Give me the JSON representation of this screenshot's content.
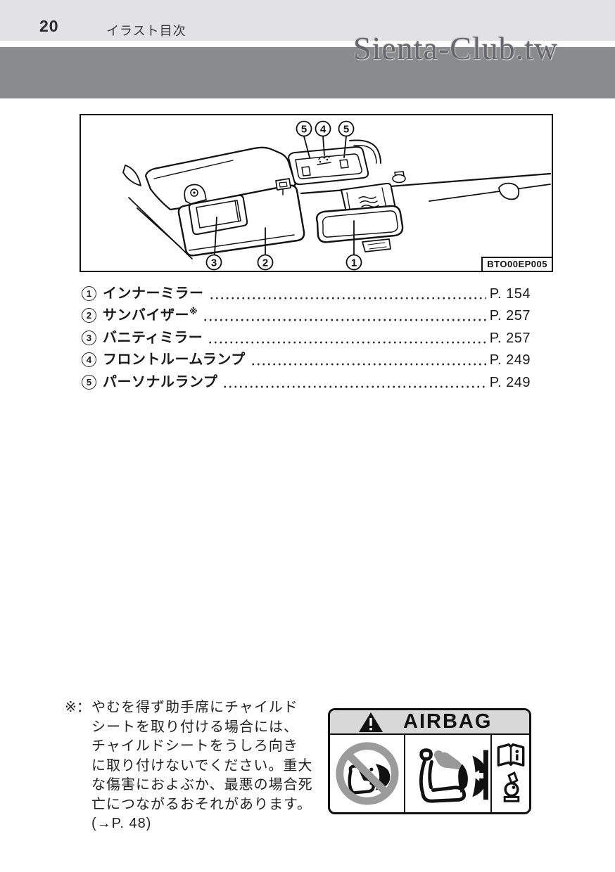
{
  "page": {
    "number": "20",
    "section_title": "イラスト目次"
  },
  "watermark": {
    "text": "Sienta-Club.tw"
  },
  "figure": {
    "code": "BTO00EP005",
    "callouts": {
      "top": [
        "5",
        "4",
        "5"
      ],
      "bottom": [
        "3",
        "2",
        "1"
      ]
    }
  },
  "index": {
    "items": [
      {
        "num": "1",
        "label": "インナーミラー",
        "note": "",
        "page": "P. 154"
      },
      {
        "num": "2",
        "label": "サンバイザー",
        "note": "※",
        "page": "P. 257"
      },
      {
        "num": "3",
        "label": "バニティミラー",
        "note": "",
        "page": "P. 257"
      },
      {
        "num": "4",
        "label": "フロントルームランプ",
        "note": "",
        "page": "P. 249"
      },
      {
        "num": "5",
        "label": "パーソナルランプ",
        "note": "",
        "page": "P. 249"
      }
    ]
  },
  "footnote": {
    "marker": "※：",
    "lines": [
      "やむを得ず助手席にチャイルド",
      "シートを取り付ける場合には、",
      "チャイルドシートをうしろ向き",
      "に取り付けないでください。重大",
      "な傷害におよぶか、最悪の場合死",
      "亡につながるおそれがあります。",
      "(→P. 48)"
    ]
  },
  "airbag_label": {
    "title": "AIRBAG"
  },
  "colors": {
    "header_bar": "#e2e2e4",
    "gray_band": "#8a8b8d",
    "watermark": "#67676d",
    "label_header": "#d8d8d8",
    "prohibition_gray": "#9b9b9b",
    "line_art": "#111111"
  }
}
